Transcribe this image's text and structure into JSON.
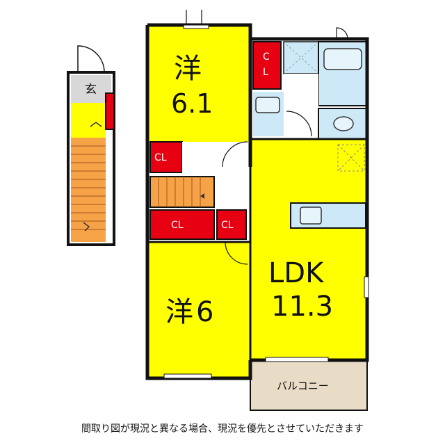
{
  "plan": {
    "rooms": {
      "western1_name": "洋",
      "western1_size": "6.1",
      "western2_name": "洋",
      "western2_size": "6",
      "ldk_name": "LDK",
      "ldk_size": "11.3",
      "balcony": "バルコニー",
      "entrance": "玄"
    },
    "closets": {
      "cl_top_c": "C",
      "cl_top_l": "L",
      "cl_left": "CL",
      "cl_bottom_a": "CL",
      "cl_bottom_b": "CL"
    },
    "colors": {
      "room": "#ffff00",
      "closet": "#e60012",
      "wet_area": "#cde9f7",
      "stairs": "#f6a348",
      "balcony": "#e8dcc6",
      "floor_tile": "#d8d8d8",
      "wall": "#111111"
    }
  },
  "footer": {
    "note": "間取り図が現況と異なる場合、現況を優先とさせていただきます"
  }
}
